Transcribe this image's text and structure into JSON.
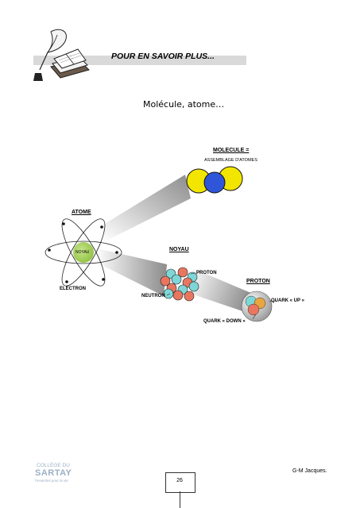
{
  "header": {
    "title": "POUR EN SAVOIR PLUS...",
    "icon": "book-quill-icon"
  },
  "subtitle": "Molécule, atome…",
  "diagram": {
    "molecule_label": "MOLECULE =",
    "molecule_caption": "ASSEMBLAGE D'ATOMES",
    "atom_label": "ATOME",
    "nucleus_core_label": "NOYAU",
    "electron_label": "ELECTRON",
    "nucleus_label": "NOYAU",
    "proton_small_label": "PROTON",
    "neutron_label": "NEUTRON",
    "proton_label": "PROTON",
    "quark_up_label": "QUARK « UP »",
    "quark_down_label": "QUARK « DOWN »",
    "colors": {
      "yellow": "#f2e600",
      "blue": "#2f56d8",
      "nucleus_green": "#a6cf5a",
      "proton_red": "#e9765f",
      "neutron_cyan": "#7fd6d6"
    }
  },
  "footer": {
    "logo_line1": "COLLÈGE DU",
    "logo_line2": "SARTAY",
    "logo_line3": "l'essentiel pour la vie",
    "page_number": "26",
    "author": "G-M Jacques."
  }
}
